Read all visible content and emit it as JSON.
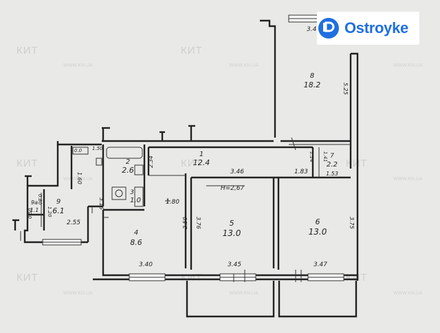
{
  "brand": {
    "name": "Ostroyke",
    "color": "#1f6fe0"
  },
  "watermark": {
    "text": "КИТ",
    "url": "WWW.KN.UA"
  },
  "ceiling_height": "H=2,67",
  "rooms": [
    {
      "number": "1",
      "area": "12.4"
    },
    {
      "number": "2",
      "area": "2.6"
    },
    {
      "number": "3",
      "area": "1.0"
    },
    {
      "number": "4",
      "area": "8.6"
    },
    {
      "number": "5",
      "area": "13.0"
    },
    {
      "number": "6",
      "area": "13.0"
    },
    {
      "number": "7",
      "area": "2.2"
    },
    {
      "number": "8",
      "area": "18.2"
    },
    {
      "number": "9",
      "area": "6.1"
    },
    {
      "number": "9a",
      "area": "1.1"
    }
  ],
  "dimensions": {
    "d340": "3.40",
    "d345": "3.45",
    "d347": "3.47",
    "d346": "3.46",
    "d183": "1.83",
    "d153": "1.53",
    "d114": "1.14",
    "d141": "1.41",
    "d180": "1.80",
    "d255": "2.55",
    "d375": "3.75",
    "d376": "3.76",
    "d250": "2.50",
    "d525": "5.25",
    "d316": "3.16",
    "d150": "1.50",
    "d160": "1.60",
    "d234": "2.34",
    "d340top": "3.4",
    "d050": "0.50",
    "d080": "0.80",
    "d120": "1.20"
  },
  "fixtures": {
    "oo": "0.0"
  }
}
